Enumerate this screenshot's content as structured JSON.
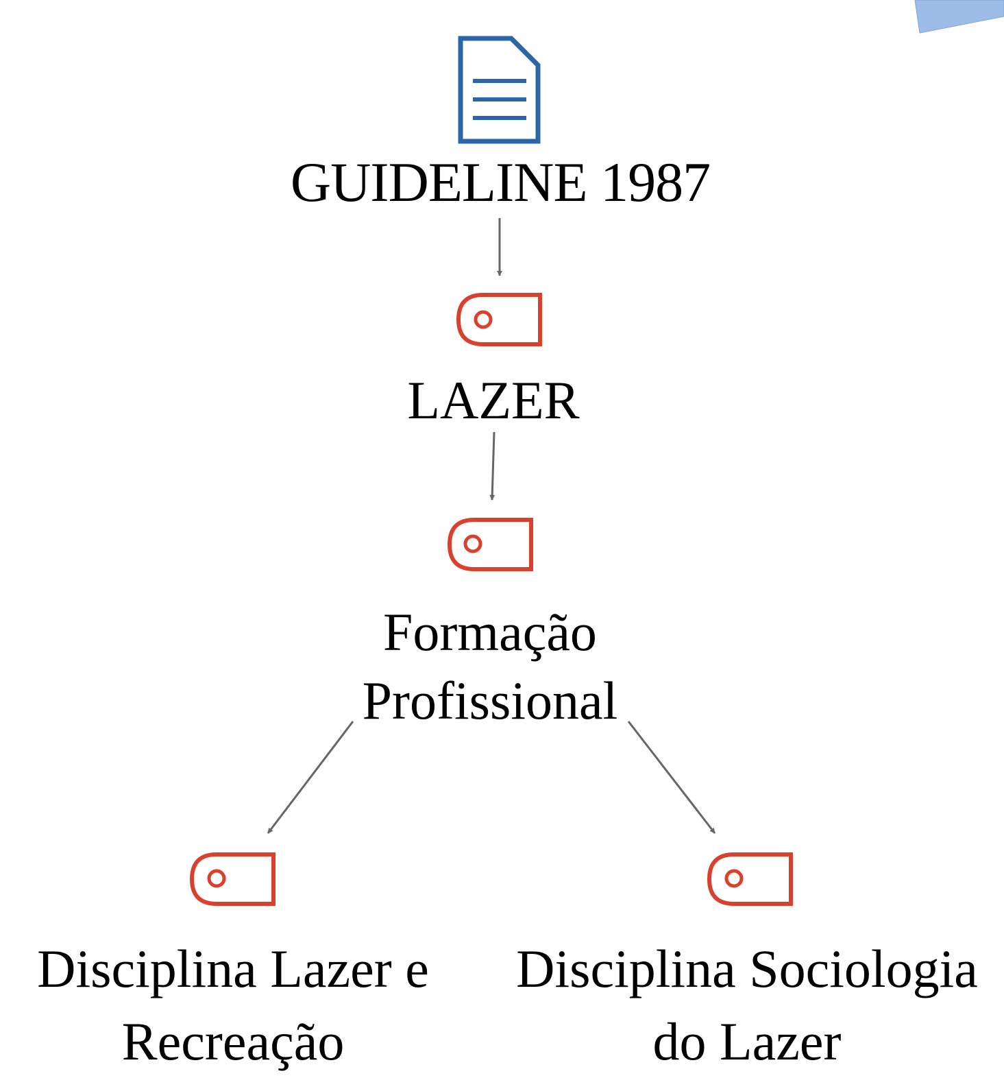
{
  "colors": {
    "document_icon": "#2b67a8",
    "tag_icon": "#d9412e",
    "arrow": "#666666",
    "corner_shape": "#9dbde8"
  },
  "nodes": {
    "guideline": {
      "label": "GUIDELINE 1987",
      "icon": "document-icon"
    },
    "lazer": {
      "label": "LAZER",
      "icon": "tag-icon"
    },
    "formacao": {
      "line1": "Formação",
      "line2": "Profissional",
      "icon": "tag-icon"
    },
    "disciplina_recreacao": {
      "line1": "Disciplina Lazer e",
      "line2": "Recreação",
      "icon": "tag-icon"
    },
    "disciplina_sociologia": {
      "line1": "Disciplina Sociologia",
      "line2": "do Lazer",
      "icon": "tag-icon"
    }
  },
  "edges": [
    {
      "from": "guideline",
      "to": "lazer"
    },
    {
      "from": "lazer",
      "to": "formacao"
    },
    {
      "from": "formacao",
      "to": "disciplina_recreacao"
    },
    {
      "from": "formacao",
      "to": "disciplina_sociologia"
    }
  ]
}
